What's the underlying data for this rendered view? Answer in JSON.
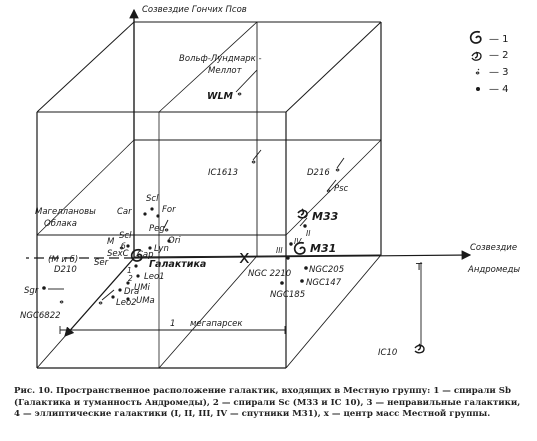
{
  "axes": {
    "top": "Созвездие Гончих Псов",
    "right_line1": "Созвездие",
    "right_line2": "Андромеды",
    "x_marker": "x",
    "t_marker": "T"
  },
  "legend": {
    "items": [
      {
        "num": "— 1",
        "kind": "spiral-sb"
      },
      {
        "num": "— 2",
        "kind": "spiral-sc"
      },
      {
        "num": "— 3",
        "kind": "irregular"
      },
      {
        "num": "— 4",
        "kind": "elliptical"
      }
    ]
  },
  "labels": {
    "wlm_line1": "Вольф-Лундмарк -",
    "wlm_line2": "Меллот",
    "wlm": "WLM",
    "ic1613": "IC1613",
    "d216": "D216",
    "psc": "Psc",
    "m33": "M33",
    "m31": "M31",
    "sat_ii": "II",
    "sat_iv": "IV",
    "sat_iii": "III",
    "ngc2210": "NGC 2210",
    "ngc205": "NGC205",
    "ngc147": "NGC147",
    "ngc185": "NGC185",
    "magellanic_1": "Магеллановы",
    "magellanic_2": "Облака",
    "magellanic_3": "(М и б)",
    "d210": "D210",
    "sgr": "Sgr",
    "ngc6822": "NGC6822",
    "car": "Car",
    "scl1": "Scl",
    "for": "For",
    "peg": "Peg",
    "ori": "Ori",
    "m": "M",
    "scl2": "Scl",
    "lyn": "Lyn",
    "sexc": "SexC",
    "cap": "Cap",
    "ser": "Ser",
    "galaxy": "Галактика",
    "leo1": "Leo1",
    "umi": "UMi",
    "dra": "Dra",
    "leo2": "Leo2",
    "uma": "UMa",
    "num_1": "1",
    "num_2": "2",
    "num_6": "б",
    "scale_num": "1",
    "scale_unit": "мегапарсек",
    "ic10": "IC10"
  },
  "caption": {
    "head": "Рис. 10.",
    "text": "Пространственное расположение галактик, входящих в Местную группу: 1 — спирали Sb (Галактика и туманность Андромеды), 2 — спирали Sc (M33 и IC 10), 3 — неправильные галактики, 4 — эллиптические галактики (I, II, III, IV — спутники M31), x — центр масс Местной группы."
  },
  "colors": {
    "ink": "#1a1a1a",
    "paper": "#ffffff"
  }
}
